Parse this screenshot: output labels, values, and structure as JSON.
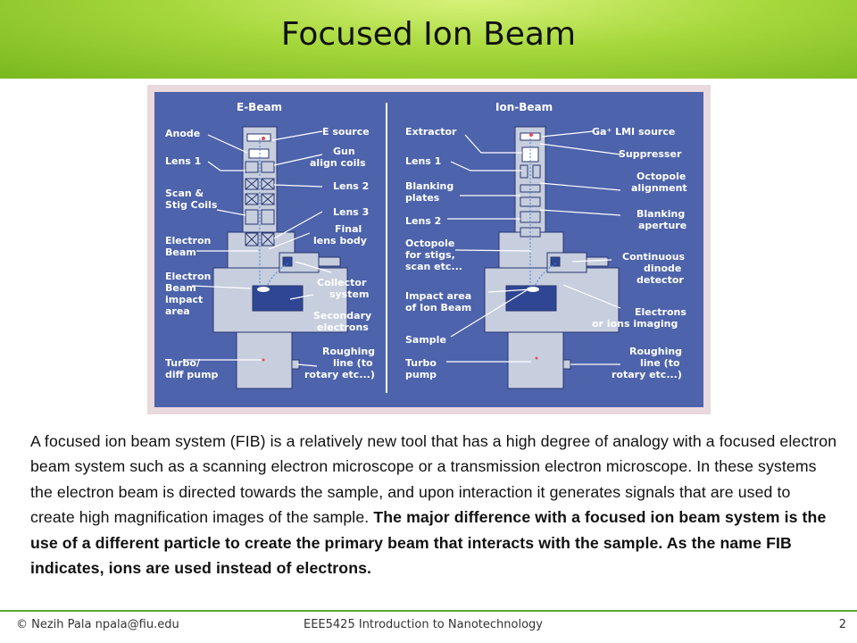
{
  "slide": {
    "title": "Focused Ion Beam",
    "page_number": "2"
  },
  "figure": {
    "ebeam": {
      "heading": "E-Beam",
      "labels_left": [
        "Anode",
        "Lens 1",
        "Scan &",
        "Stig Coils",
        "Electron",
        "Beam",
        "Electron",
        "Beam",
        "impact",
        "area",
        "Turbo/",
        "diff pump"
      ],
      "labels_right": [
        "E source",
        "Gun",
        "align coils",
        "Lens 2",
        "Lens 3",
        "Final",
        "lens body",
        "Collector",
        "system",
        "Secondary",
        "electrons",
        "Roughing",
        "line (to",
        "rotary etc...)"
      ]
    },
    "ionbeam": {
      "heading": "Ion-Beam",
      "labels_left": [
        "Extractor",
        "Lens 1",
        "Blanking",
        "plates",
        "Lens 2",
        "Octopole",
        "for stigs,",
        "scan etc...",
        "Impact area",
        "of Ion Beam",
        "Sample",
        "Turbo",
        "pump"
      ],
      "labels_right": [
        "Ga⁺ LMI source",
        "Suppresser",
        "Octopole",
        "alignment",
        "Blanking",
        "aperture",
        "Continuous",
        "dinode",
        "detector",
        "Electrons",
        "or ions imaging",
        "Roughing",
        "line (to",
        "rotary etc...)"
      ]
    },
    "colors": {
      "border": "#e9d8dc",
      "panel": "#4d63ab",
      "body": "#c7cede",
      "accent": "#e34b5f"
    }
  },
  "paragraph": {
    "normal": "A focused ion beam system (FIB) is a relatively new tool that has a high degree of analogy with a focused electron beam system such as a scanning electron microscope or a transmission electron microscope. In these systems the electron beam is directed towards the sample, and upon interaction it generates signals that are used to create high magnification images of the sample. ",
    "bold": "The major difference with a focused ion beam system is the use of a different particle to create the primary beam that interacts with the sample. As the name FIB indicates, ions are used instead of electrons."
  },
  "footer": {
    "left": "© Nezih Pala  npala@fiu.edu",
    "center": "EEE5425 Introduction to Nanotechnology"
  }
}
